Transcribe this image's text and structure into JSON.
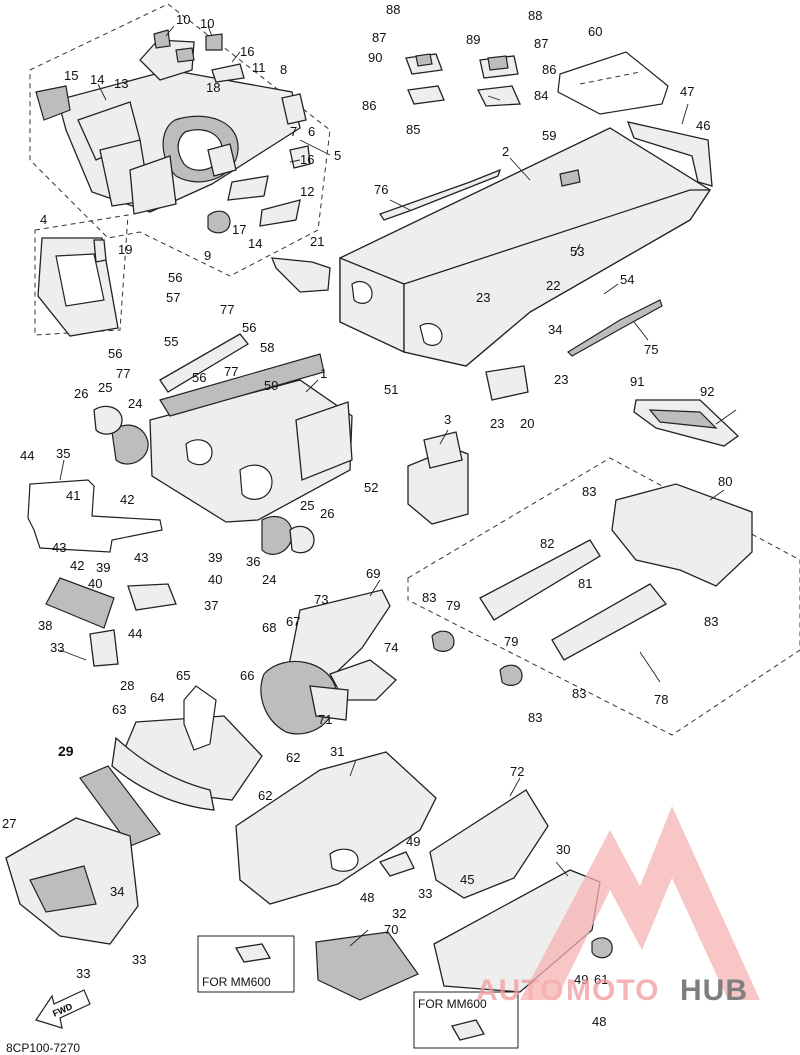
{
  "diagram_code": "8CP100-7270",
  "fwd_label": "FWD",
  "for_mm600_a": "FOR MM600",
  "for_mm600_b": "FOR MM600",
  "watermark": {
    "auto": "AUTO",
    "moto": "MOTO",
    "hub": "HUB",
    "auto_color": "#f39a9a",
    "hub_color": "#555555"
  },
  "callouts": [
    {
      "id": "c10a",
      "label": "10"
    },
    {
      "id": "c10b",
      "label": "10"
    },
    {
      "id": "c16a",
      "label": "16"
    },
    {
      "id": "c11",
      "label": "11"
    },
    {
      "id": "c8",
      "label": "8"
    },
    {
      "id": "c15",
      "label": "15"
    },
    {
      "id": "c14a",
      "label": "14"
    },
    {
      "id": "c13",
      "label": "13"
    },
    {
      "id": "c18",
      "label": "18"
    },
    {
      "id": "c7",
      "label": "7"
    },
    {
      "id": "c6",
      "label": "6"
    },
    {
      "id": "c16b",
      "label": "16"
    },
    {
      "id": "c5",
      "label": "5"
    },
    {
      "id": "c12",
      "label": "12"
    },
    {
      "id": "c17",
      "label": "17"
    },
    {
      "id": "c14b",
      "label": "14"
    },
    {
      "id": "c9",
      "label": "9"
    },
    {
      "id": "c4",
      "label": "4"
    },
    {
      "id": "c19",
      "label": "19"
    },
    {
      "id": "c21",
      "label": "21"
    },
    {
      "id": "c88a",
      "label": "88"
    },
    {
      "id": "c87a",
      "label": "87"
    },
    {
      "id": "c90",
      "label": "90"
    },
    {
      "id": "c86a",
      "label": "86"
    },
    {
      "id": "c85",
      "label": "85"
    },
    {
      "id": "c88b",
      "label": "88"
    },
    {
      "id": "c89",
      "label": "89"
    },
    {
      "id": "c87b",
      "label": "87"
    },
    {
      "id": "c86b",
      "label": "86"
    },
    {
      "id": "c84",
      "label": "84"
    },
    {
      "id": "c60",
      "label": "60"
    },
    {
      "id": "c47",
      "label": "47"
    },
    {
      "id": "c46",
      "label": "46"
    },
    {
      "id": "c2",
      "label": "2"
    },
    {
      "id": "c59a",
      "label": "59"
    },
    {
      "id": "c76",
      "label": "76"
    },
    {
      "id": "c53",
      "label": "53"
    },
    {
      "id": "c23a",
      "label": "23"
    },
    {
      "id": "c22",
      "label": "22"
    },
    {
      "id": "c54",
      "label": "54"
    },
    {
      "id": "c34a",
      "label": "34"
    },
    {
      "id": "c75",
      "label": "75"
    },
    {
      "id": "c23b",
      "label": "23"
    },
    {
      "id": "c23c",
      "label": "23"
    },
    {
      "id": "c20",
      "label": "20"
    },
    {
      "id": "c56a",
      "label": "56"
    },
    {
      "id": "c57",
      "label": "57"
    },
    {
      "id": "c77a",
      "label": "77"
    },
    {
      "id": "c56b",
      "label": "56"
    },
    {
      "id": "c55",
      "label": "55"
    },
    {
      "id": "c58",
      "label": "58"
    },
    {
      "id": "c56c",
      "label": "56"
    },
    {
      "id": "c77b",
      "label": "77"
    },
    {
      "id": "c56d",
      "label": "56"
    },
    {
      "id": "c77c",
      "label": "77"
    },
    {
      "id": "c59b",
      "label": "59"
    },
    {
      "id": "c1",
      "label": "1"
    },
    {
      "id": "c26a",
      "label": "26"
    },
    {
      "id": "c25a",
      "label": "25"
    },
    {
      "id": "c24a",
      "label": "24"
    },
    {
      "id": "c51",
      "label": "51"
    },
    {
      "id": "c3",
      "label": "3"
    },
    {
      "id": "c52",
      "label": "52"
    },
    {
      "id": "c44a",
      "label": "44"
    },
    {
      "id": "c35",
      "label": "35"
    },
    {
      "id": "c41",
      "label": "41"
    },
    {
      "id": "c42a",
      "label": "42"
    },
    {
      "id": "c43a",
      "label": "43"
    },
    {
      "id": "c43b",
      "label": "43"
    },
    {
      "id": "c42b",
      "label": "42"
    },
    {
      "id": "c39a",
      "label": "39"
    },
    {
      "id": "c40a",
      "label": "40"
    },
    {
      "id": "c39b",
      "label": "39"
    },
    {
      "id": "c40b",
      "label": "40"
    },
    {
      "id": "c36",
      "label": "36"
    },
    {
      "id": "c24b",
      "label": "24"
    },
    {
      "id": "c25b",
      "label": "25"
    },
    {
      "id": "c26b",
      "label": "26"
    },
    {
      "id": "c37",
      "label": "37"
    },
    {
      "id": "c38",
      "label": "38"
    },
    {
      "id": "c44b",
      "label": "44"
    },
    {
      "id": "c33a",
      "label": "33"
    },
    {
      "id": "c28",
      "label": "28"
    },
    {
      "id": "c91",
      "label": "91"
    },
    {
      "id": "c92",
      "label": "92"
    },
    {
      "id": "c83a",
      "label": "83"
    },
    {
      "id": "c80",
      "label": "80"
    },
    {
      "id": "c82",
      "label": "82"
    },
    {
      "id": "c83b",
      "label": "83"
    },
    {
      "id": "c79a",
      "label": "79"
    },
    {
      "id": "c81",
      "label": "81"
    },
    {
      "id": "c83c",
      "label": "83"
    },
    {
      "id": "c79b",
      "label": "79"
    },
    {
      "id": "c83d",
      "label": "83"
    },
    {
      "id": "c83e",
      "label": "83"
    },
    {
      "id": "c78",
      "label": "78"
    },
    {
      "id": "c69",
      "label": "69"
    },
    {
      "id": "c73",
      "label": "73"
    },
    {
      "id": "c68",
      "label": "68"
    },
    {
      "id": "c67",
      "label": "67"
    },
    {
      "id": "c74",
      "label": "74"
    },
    {
      "id": "c66",
      "label": "66"
    },
    {
      "id": "c71",
      "label": "71"
    },
    {
      "id": "c65",
      "label": "65"
    },
    {
      "id": "c64",
      "label": "64"
    },
    {
      "id": "c63",
      "label": "63"
    },
    {
      "id": "c29",
      "label": "29"
    },
    {
      "id": "c62a",
      "label": "62"
    },
    {
      "id": "c31",
      "label": "31"
    },
    {
      "id": "c62b",
      "label": "62"
    },
    {
      "id": "c72",
      "label": "72"
    },
    {
      "id": "c27",
      "label": "27"
    },
    {
      "id": "c34b",
      "label": "34"
    },
    {
      "id": "c49a",
      "label": "49"
    },
    {
      "id": "c45",
      "label": "45"
    },
    {
      "id": "c30",
      "label": "30"
    },
    {
      "id": "c48a",
      "label": "48"
    },
    {
      "id": "c33b",
      "label": "33"
    },
    {
      "id": "c32",
      "label": "32"
    },
    {
      "id": "c70",
      "label": "70"
    },
    {
      "id": "c50",
      "label": "50"
    },
    {
      "id": "c33c",
      "label": "33"
    },
    {
      "id": "c33d",
      "label": "33"
    },
    {
      "id": "c49b",
      "label": "49"
    },
    {
      "id": "c61",
      "label": "61"
    },
    {
      "id": "c49c",
      "label": "49"
    },
    {
      "id": "c48b",
      "label": "48"
    }
  ]
}
